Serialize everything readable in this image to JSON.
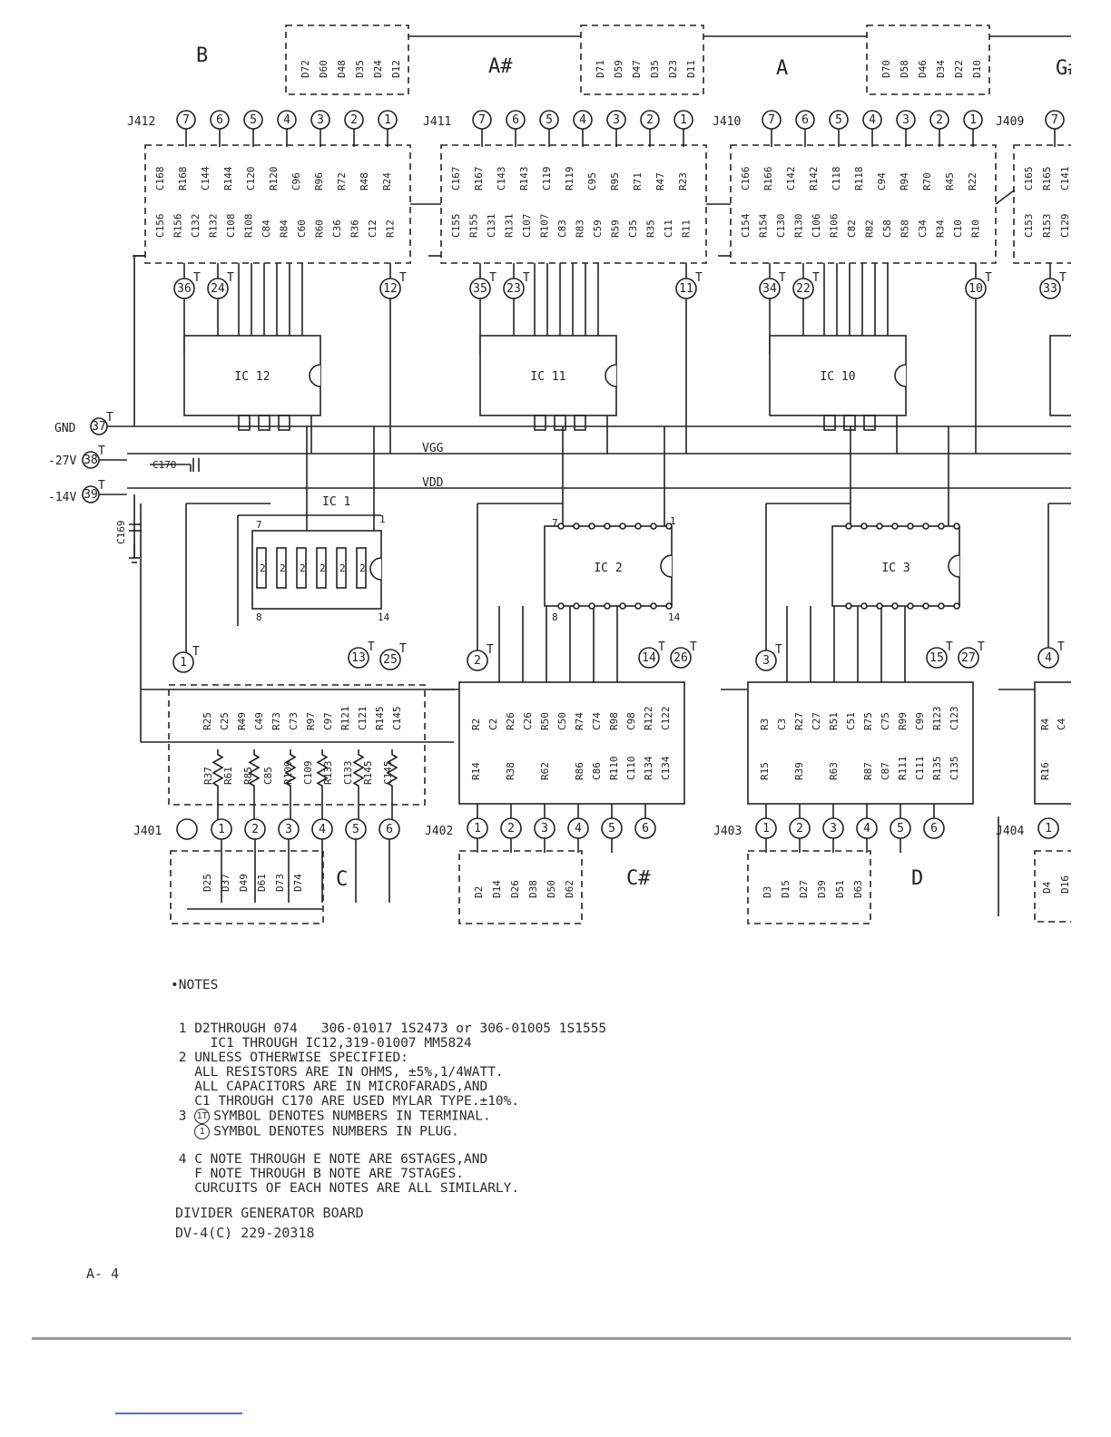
{
  "notes_header": "•NOTES",
  "notes": [
    {
      "num": "1",
      "lines": [
        "D2THROUGH 074   306-01017 1S2473 or 306-01005 1S1555",
        "  IC1 THROUGH IC12,319-01007 MM5824"
      ]
    },
    {
      "num": "2",
      "lines": [
        "UNLESS OTHERWISE SPECIFIED:",
        "ALL RESISTORS ARE IN OHMS, ±5%,1/4WATT.",
        "ALL CAPACITORS ARE IN MICROFARADS,AND",
        "C1 THROUGH C170 ARE USED MYLAR TYPE.±10%."
      ]
    },
    {
      "num": "3",
      "lines": [
        "SYMBOL DENOTES NUMBERS IN TERMINAL.",
        "SYMBOL DENOTES NUMBERS IN PLUG."
      ]
    },
    {
      "num": "4",
      "lines": [
        "C NOTE THROUGH E NOTE ARE 6STAGES,AND",
        "F NOTE THROUGH B NOTE ARE 7STAGES.",
        "CURCUITS OF EACH NOTES ARE ALL SIMILARLY."
      ]
    }
  ],
  "symbol_terminal": "1T",
  "symbol_plug": "1",
  "board_title": "DIVIDER GENERATOR BOARD",
  "board_code": "DV-4(C) 229-20318",
  "page_number": "A- 4",
  "power": {
    "gnd": "GND",
    "v27": "-27V",
    "v14": "-14V",
    "t37": "37",
    "t38": "38",
    "t39": "39",
    "c170": "C170",
    "c169": "C169"
  },
  "rails": {
    "vgg": "VGG",
    "vdd": "VDD"
  },
  "notes_labels": {
    "b": "B",
    "asharp": "A#",
    "a": "A",
    "gsharp": "G#",
    "c": "C",
    "csharp": "C#",
    "d": "D"
  },
  "top_stages": [
    {
      "jack": "J412",
      "ic": "IC 12",
      "diodes": [
        "D72",
        "D60",
        "D48",
        "D35",
        "D24",
        "D12"
      ],
      "col1": [
        "C168",
        "R168",
        "C144",
        "R144",
        "C120",
        "R120",
        "C96",
        "R96",
        "R72",
        "R48",
        "R24"
      ],
      "col2": [
        "C156",
        "R156",
        "C132",
        "R132",
        "C108",
        "R108",
        "C84",
        "R84",
        "C60",
        "R60",
        "C36",
        "R36",
        "C12",
        "R12"
      ],
      "terms": [
        "36",
        "24",
        "12"
      ]
    },
    {
      "jack": "J411",
      "ic": "IC 11",
      "diodes": [
        "D71",
        "D59",
        "D47",
        "D35",
        "D23",
        "D11"
      ],
      "col1": [
        "C167",
        "R167",
        "C143",
        "R143",
        "C119",
        "R119",
        "C95",
        "R95",
        "R71",
        "R47",
        "R23"
      ],
      "col2": [
        "C155",
        "R155",
        "C131",
        "R131",
        "C107",
        "R107",
        "C83",
        "R83",
        "C59",
        "R59",
        "C35",
        "R35",
        "C11",
        "R11"
      ],
      "terms": [
        "35",
        "23",
        "11"
      ]
    },
    {
      "jack": "J410",
      "ic": "IC 10",
      "diodes": [
        "D70",
        "D58",
        "D46",
        "D34",
        "D22",
        "D10"
      ],
      "col1": [
        "C166",
        "R166",
        "C142",
        "R142",
        "C118",
        "R118",
        "C94",
        "R94",
        "R70",
        "R45",
        "R22"
      ],
      "col2": [
        "C154",
        "R154",
        "C130",
        "R130",
        "C106",
        "R106",
        "C82",
        "R82",
        "C58",
        "R58",
        "C34",
        "R34",
        "C10",
        "R10"
      ],
      "terms": [
        "34",
        "22",
        "10"
      ]
    },
    {
      "jack": "J409",
      "col1": [
        "C165",
        "R165",
        "C141"
      ],
      "col2": [
        "C153",
        "R153",
        "C129"
      ],
      "terms": [
        "33"
      ]
    }
  ],
  "bottom_stages": [
    {
      "jack": "J401",
      "ic": "IC 1",
      "pin7": "7",
      "pin1": "1",
      "pin8": "8",
      "pin14": "14",
      "terms": [
        "1",
        "13",
        "25"
      ],
      "res_top": [
        "R25",
        "C25",
        "R49",
        "C49",
        "R73",
        "C73",
        "R97",
        "C97",
        "R121",
        "C121",
        "R145",
        "C145"
      ],
      "res_bot": [
        "R37",
        "R61",
        "R85",
        "C85",
        "R109",
        "C109",
        "R133",
        "C133",
        "R145",
        "C145"
      ],
      "diodes": [
        "D25",
        "D37",
        "D49",
        "D61",
        "D73",
        "D74"
      ]
    },
    {
      "jack": "J402",
      "ic": "IC 2",
      "pin7": "7",
      "pin1": "1",
      "pin8": "8",
      "pin14": "14",
      "terms": [
        "2",
        "14",
        "26"
      ],
      "col1": [
        "R2",
        "C2",
        "R26",
        "C26",
        "R50",
        "C50",
        "R74",
        "C74",
        "R98",
        "C98",
        "R122",
        "C122"
      ],
      "col2": [
        "R14",
        "R38",
        "R62",
        "R86",
        "C86",
        "R110",
        "C110",
        "R134",
        "C134"
      ],
      "diodes": [
        "D2",
        "D14",
        "D26",
        "D38",
        "D50",
        "D62"
      ]
    },
    {
      "jack": "J403",
      "ic": "IC 3",
      "terms": [
        "3",
        "15",
        "27"
      ],
      "col1": [
        "R3",
        "C3",
        "R27",
        "C27",
        "R51",
        "C51",
        "R75",
        "C75",
        "R99",
        "C99",
        "R123",
        "C123"
      ],
      "col2": [
        "R15",
        "R39",
        "R63",
        "R87",
        "C87",
        "R111",
        "C111",
        "R135",
        "C135"
      ],
      "diodes": [
        "D3",
        "D15",
        "D27",
        "D39",
        "D51",
        "D63"
      ]
    },
    {
      "jack": "J404",
      "terms": [
        "4"
      ],
      "col1": [
        "R4",
        "C4"
      ],
      "col2": [
        "R16"
      ],
      "diodes": [
        "D4",
        "D16"
      ]
    }
  ],
  "pins": [
    "1",
    "2",
    "3",
    "4",
    "5",
    "6",
    "7"
  ]
}
